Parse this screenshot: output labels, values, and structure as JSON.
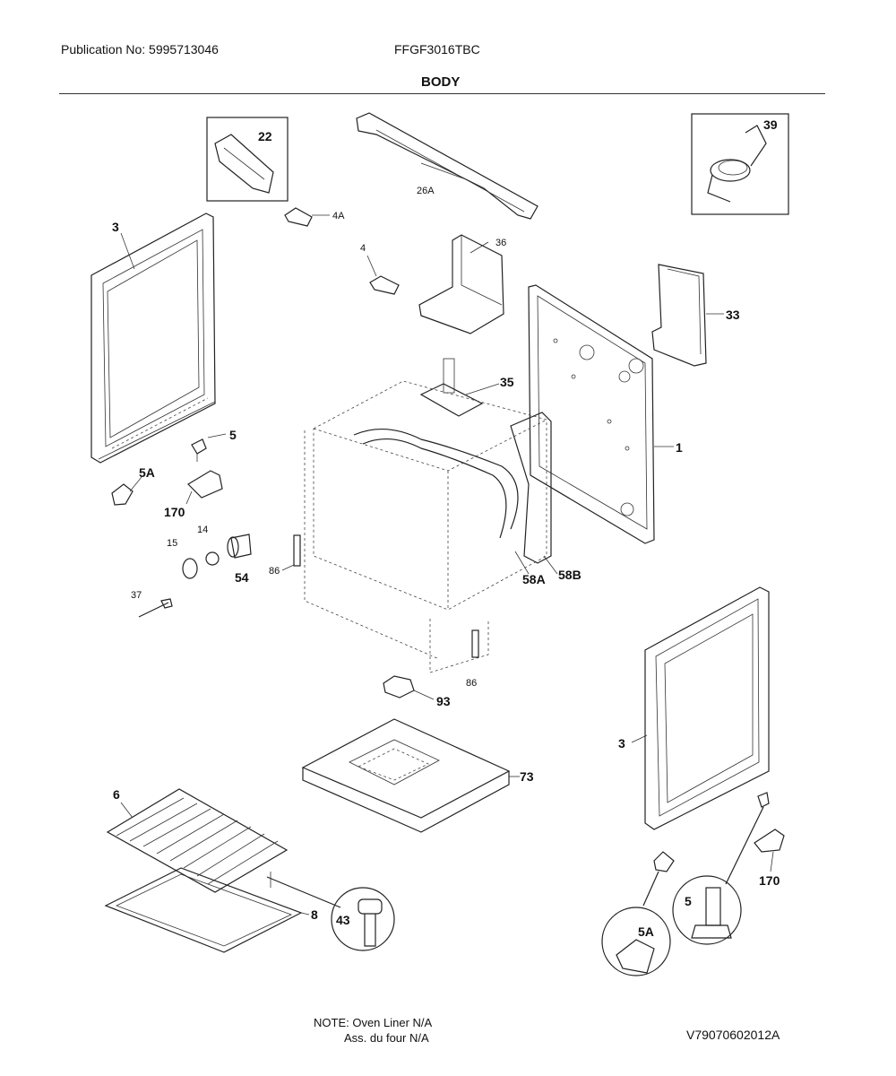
{
  "header": {
    "publication": "Publication No: 5995713046",
    "model": "FFGF3016TBC",
    "section_title": "BODY"
  },
  "labels": {
    "p22": "22",
    "p26a": "26A",
    "p39": "39",
    "p4a": "4A",
    "p3_left": "3",
    "p4": "4",
    "p36": "36",
    "p33": "33",
    "p35": "35",
    "p1": "1",
    "p5_left": "5",
    "p5a_left": "5A",
    "p170_left": "170",
    "p14": "14",
    "p15": "15",
    "p54": "54",
    "p86_left": "86",
    "p58a": "58A",
    "p58b": "58B",
    "p37": "37",
    "p86_bottom": "86",
    "p93": "93",
    "p73": "73",
    "p3_right": "3",
    "p6": "6",
    "p8": "8",
    "p43": "43",
    "p5a_right": "5A",
    "p5_right": "5",
    "p170_right": "170"
  },
  "footer": {
    "note_line1": "NOTE: Oven Liner N/A",
    "note_line2": "Ass. du four N/A",
    "reference": "V79070602012A"
  }
}
